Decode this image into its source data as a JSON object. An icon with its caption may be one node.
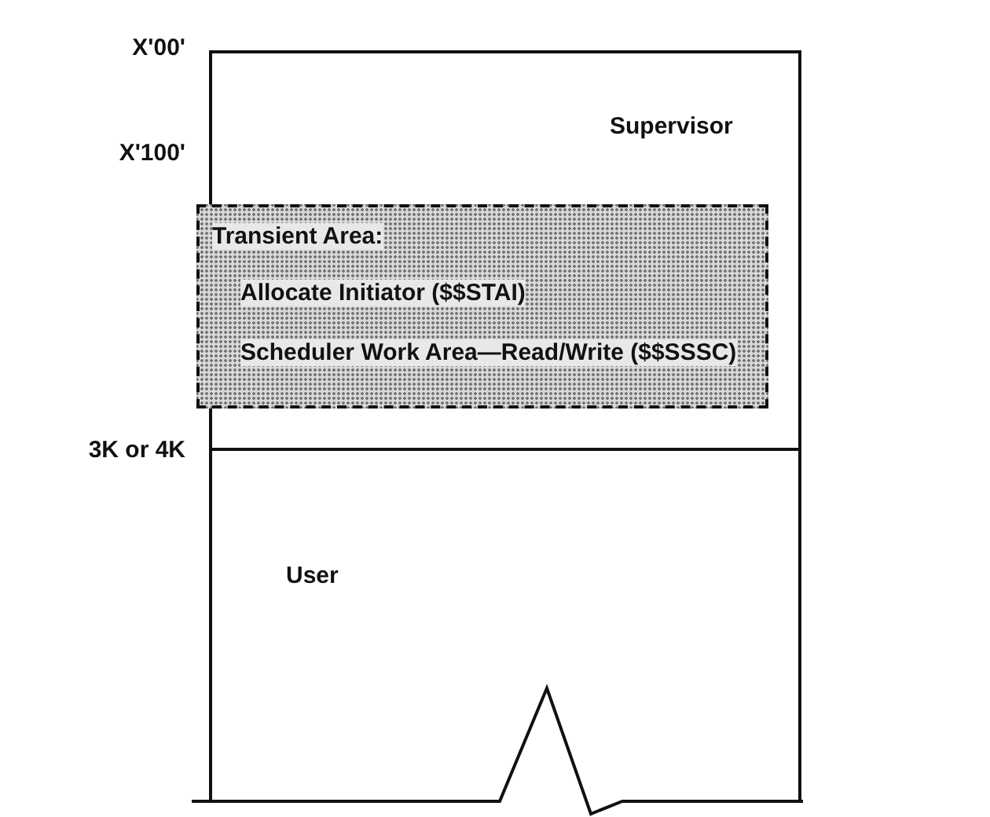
{
  "diagram": {
    "nodes": [
      {
        "text": [
          "Supervisor"
        ]
      },
      {
        "text": [
          "Transient Area:",
          "Allocate Initiator ($$STAI)",
          "Scheduler Work Area—Read/Write ($$SSSC)"
        ],
        "in": 0
      },
      {
        "text": [
          "User"
        ]
      }
    ],
    "edges": [],
    "labels": [
      "X'00'",
      "X'100'",
      "3K or 4K"
    ]
  }
}
